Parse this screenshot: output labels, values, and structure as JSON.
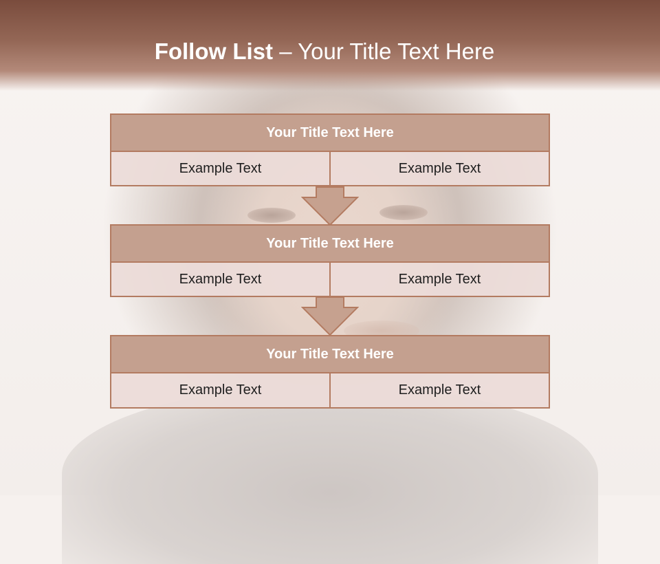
{
  "title": {
    "bold": "Follow List",
    "rest": " – Your Title Text Here"
  },
  "blocks": [
    {
      "heading": "Your Title Text Here",
      "left": "Example Text",
      "right": "Example Text"
    },
    {
      "heading": "Your Title Text Here",
      "left": "Example Text",
      "right": "Example Text"
    },
    {
      "heading": "Your Title Text Here",
      "left": "Example Text",
      "right": "Example Text"
    }
  ],
  "colors": {
    "accent": "#b37b61",
    "header_fill": "#c4a08f",
    "banner": "#7a4c3d"
  },
  "icons": [
    "down-arrow-icon",
    "down-arrow-icon"
  ]
}
